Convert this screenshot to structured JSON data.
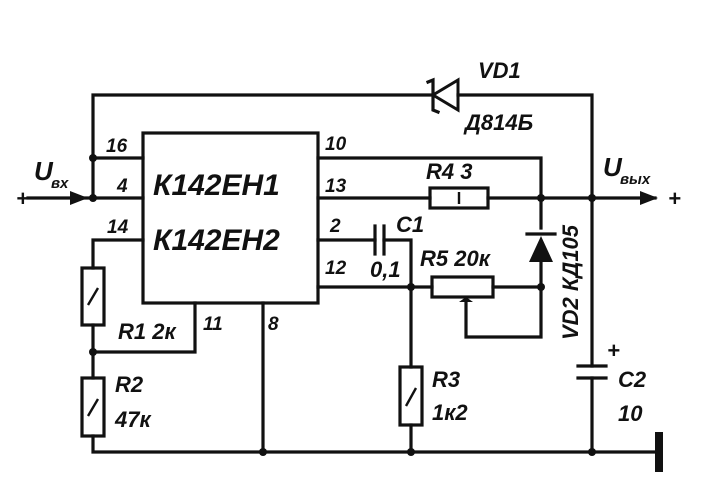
{
  "ic": {
    "line1": "К142ЕН1",
    "line2": "К142ЕН2"
  },
  "pins": {
    "p16": "16",
    "p4": "4",
    "p14": "14",
    "p10": "10",
    "p13": "13",
    "p2": "2",
    "p12": "12",
    "p11": "11",
    "p8": "8"
  },
  "input": {
    "label": "U",
    "sub": "вх",
    "sign": "+"
  },
  "output": {
    "label": "U",
    "sub": "вых",
    "sign": "+"
  },
  "vd1": {
    "name": "VD1",
    "type": "Д814Б"
  },
  "vd2": {
    "label": "VD2 КД105"
  },
  "r1": {
    "label": "R1 2к"
  },
  "r2": {
    "name": "R2",
    "value": "47к"
  },
  "r3": {
    "name": "R3",
    "value": "1к2"
  },
  "r4": {
    "label": "R4  3"
  },
  "r5": {
    "label": "R5  20к"
  },
  "c1": {
    "name": "C1",
    "value": "0,1"
  },
  "c2": {
    "name": "C2",
    "value": "10",
    "polarity": "+"
  }
}
